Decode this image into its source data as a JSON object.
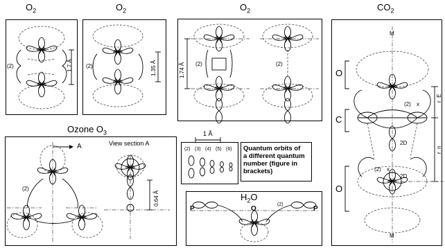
{
  "titles": {
    "o2_a": "O",
    "o2_a_sub": "2",
    "o2_b": "O",
    "o2_b_sub": "2",
    "o2_c": "O",
    "o2_c_sub": "2",
    "co2": "CO",
    "co2_sub": "2",
    "ozone": "Ozone  O",
    "ozone_sub": "3",
    "h2o_h": "H",
    "h2o_sub": "2",
    "h2o_o": "O"
  },
  "labels": {
    "o2_a_order": "(2)",
    "o2_a_dist": "1.7 Å",
    "o2_b_order": "(2)",
    "o2_b_dist": "1.35 Å",
    "o2_c_dist": "1.74 Å",
    "o2_c_order_left": "(2)",
    "o2_c_order_right": "(2)",
    "co2_top_o": "O",
    "co2_c": "C",
    "co2_bottom_o": "O",
    "co2_order_top": "(2)",
    "co2_order_bottom": "(2)",
    "co2_2d_upper": "2D",
    "co2_2d_lower": "2D",
    "co2_x_upper": "x",
    "co2_x_lower": "x",
    "co2_m_top": "M",
    "co2_m_bottom": "M",
    "co2_rE": "r_E",
    "co2_rn": "r_n",
    "ozone_arrow": "A",
    "ozone_view": "View section A",
    "ozone_order": "(2)",
    "ozone_dist": "0.64 Å",
    "scale": "1 Å",
    "h2o_o_label": "O",
    "h2o_p_left": "P",
    "h2o_p_right": "P",
    "h2o_order": "(2)"
  },
  "legend": {
    "numbers": [
      "(2)",
      "(3)",
      "(4)",
      "(5)",
      "(6)"
    ],
    "text_lines": [
      "Quantum orbits of",
      "a different quantum",
      "number (figure in",
      "brackets)"
    ]
  }
}
